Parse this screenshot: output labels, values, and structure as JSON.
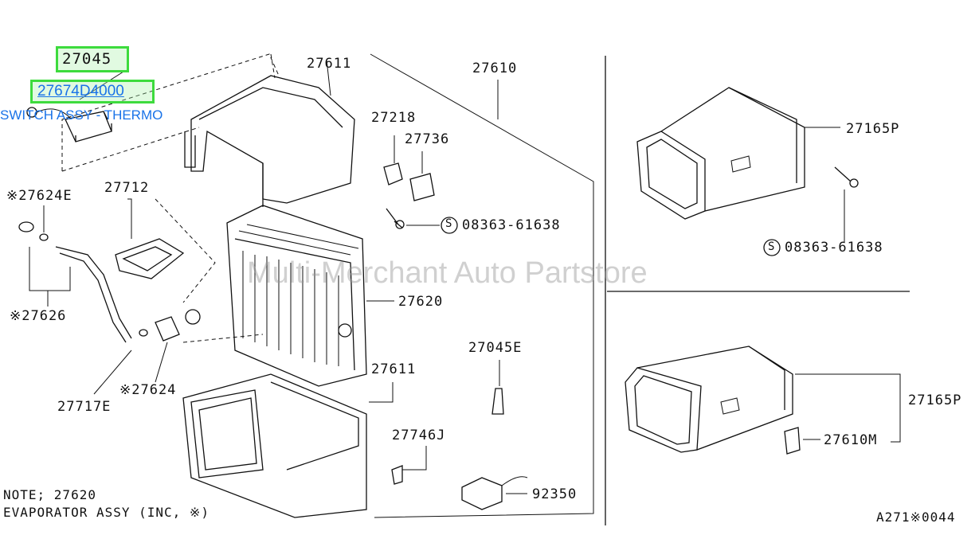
{
  "colors": {
    "highlight_border": "#3ddb3d",
    "link_text": "#1a73e8",
    "ink": "#111111"
  },
  "highlights": {
    "box1": "27045",
    "box2": "27674D4000",
    "tooltip": "SWITCH ASSY - THERMO"
  },
  "labels": {
    "p27611_top": "27611",
    "p27610": "27610",
    "p27218": "27218",
    "p27736": "27736",
    "p27624e": "※27624E",
    "p27712": "27712",
    "p08363_a": "08363-61638",
    "p27620": "27620",
    "p27626": "※27626",
    "p27624": "※27624",
    "p27717e": "27717E",
    "p27611_bot": "27611",
    "p27045e": "27045E",
    "p27746j": "27746J",
    "p92350": "92350",
    "p27165p_top": "27165P",
    "p08363_b": "08363-61638",
    "p27165p_bot": "27165P",
    "p27610m": "27610M",
    "s_mark": "S"
  },
  "watermark": "Multi-Merchant Auto Partstore",
  "note": {
    "line1": "NOTE; 27620",
    "line2": "EVAPORATOR ASSY (INC, ※)"
  },
  "ref_code": "A271※0044"
}
